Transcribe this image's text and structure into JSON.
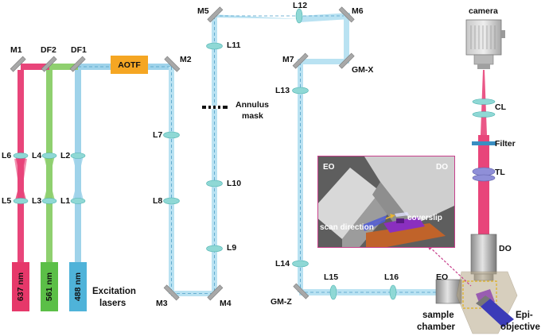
{
  "colors": {
    "red": "#e8457a",
    "green": "#8fd06f",
    "blue": "#9fd3ea",
    "teal": "#7fd3cf",
    "aotf": "#f5a623",
    "laser_637": "#e6386a",
    "laser_561": "#5bbf47",
    "laser_488": "#4fb3d9",
    "lens": "#8fd8d5",
    "filter": "#3a8ec2",
    "inset_border": "#c8408c"
  },
  "labels": {
    "m1": "M1",
    "df2": "DF2",
    "df1": "DF1",
    "aotf": "AOTF",
    "m2": "M2",
    "m3": "M3",
    "m4": "M4",
    "m5": "M5",
    "m6": "M6",
    "m7": "M7",
    "l1": "L1",
    "l2": "L2",
    "l3": "L3",
    "l4": "L4",
    "l5": "L5",
    "l6": "L6",
    "l7": "L7",
    "l8": "L8",
    "l9": "L9",
    "l10": "L10",
    "l11": "L11",
    "l12": "L12",
    "l13": "L13",
    "l14": "L14",
    "l15": "L15",
    "l16": "L16",
    "annulus_line1": "Annulus",
    "annulus_line2": "mask",
    "gmx": "GM-X",
    "gmz": "GM-Z",
    "camera": "camera",
    "cl": "CL",
    "filter": "Filter",
    "tl": "TL",
    "do": "DO",
    "eo": "EO",
    "excitation_line1": "Excitation",
    "excitation_line2": "lasers",
    "sample_line1": "sample",
    "sample_line2": "chamber",
    "epi_line1": "Epi-",
    "epi_line2": "objective"
  },
  "lasers": [
    {
      "label": "637 nm",
      "color": "#e6386a"
    },
    {
      "label": "561 nm",
      "color": "#5bbf47"
    },
    {
      "label": "488 nm",
      "color": "#4fb3d9"
    }
  ],
  "inset": {
    "eo": "EO",
    "do": "DO",
    "coverslip": "coverslip",
    "scan_direction": "scan direction"
  }
}
